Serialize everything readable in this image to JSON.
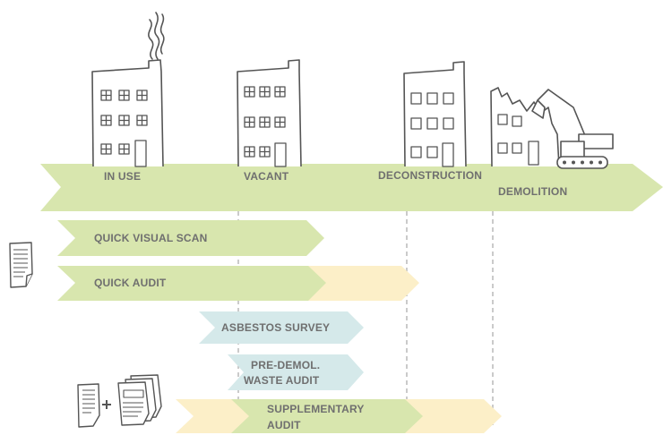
{
  "colors": {
    "green": "#d8e6ae",
    "yellow": "#fcefc8",
    "blue": "#d5e9ea",
    "line": "#555555",
    "dashed": "#a8a8a8",
    "text": "#6f6f6f"
  },
  "stages": [
    {
      "label": "IN USE"
    },
    {
      "label": "VACANT"
    },
    {
      "label": "DECONSTRUCTION"
    },
    {
      "label": "DEMOLITION"
    }
  ],
  "audits": {
    "quick_visual_scan": "QUICK VISUAL SCAN",
    "quick_audit": "QUICK AUDIT",
    "asbestos_survey": "ASBESTOS SURVEY",
    "pre_demol_line1": "PRE-DEMOL.",
    "pre_demol_line2": "WASTE AUDIT",
    "supplementary_line1": "SUPPLEMENTARY",
    "supplementary_line2": "AUDIT"
  },
  "icons": [
    "smoke-icon",
    "building-in-use-icon",
    "building-vacant-icon",
    "building-deconstruction-icon",
    "building-demolition-icon",
    "excavator-icon",
    "document-icon",
    "document-stack-icon"
  ]
}
